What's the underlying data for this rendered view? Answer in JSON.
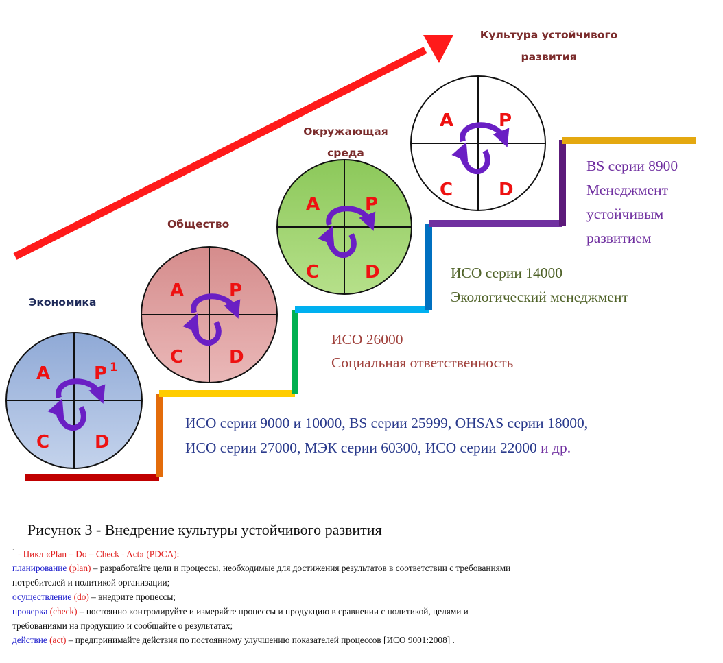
{
  "top_label": {
    "line1": "Культура устойчивого",
    "line2": "развития"
  },
  "stages": [
    {
      "label": "Экономика",
      "quadrants": {
        "a": "A",
        "p": "P",
        "c": "C",
        "d": "D"
      },
      "superscript": "1"
    },
    {
      "label": "Общество",
      "quadrants": {
        "a": "A",
        "p": "P",
        "c": "C",
        "d": "D"
      }
    },
    {
      "label_line1": "Окружающая",
      "label_line2": "среда",
      "quadrants": {
        "a": "A",
        "p": "P",
        "c": "C",
        "d": "D"
      }
    },
    {
      "quadrants": {
        "a": "A",
        "p": "P",
        "c": "C",
        "d": "D"
      }
    }
  ],
  "standards": {
    "base_line1": "ИСО серии 9000 и 10000, BS  серии 25999, OHSAS серии  18000,",
    "base_line2": "ИСО серии  27000, МЭК серии  60300, ИСО серии 22000",
    "base_line2_tail": " и др.",
    "social_line1": "ИСО  26000",
    "social_line2": "Социальная ответственность",
    "eco_line1": "ИСО серии 14000",
    "eco_line2": "Экологический менеджмент",
    "bs_line1": "BS серии 8900",
    "bs_line2": "Менеджмент",
    "bs_line3": "устойчивым",
    "bs_line4": "развитием"
  },
  "caption": "Рисунок 3 -  Внедрение культуры устойчивого развития",
  "footnote": {
    "marker": "1",
    "intro": " - Цикл «Plan – Do – Check - Act» (PDCA):",
    "plan_term": "планирование",
    "plan_en": " (plan)",
    "plan_text": " – разработайте цели и процессы, необходимые для достижения результатов в соответствии с требованиями",
    "plan_text2": "потребителей и политикой организации;",
    "do_term": "осуществление",
    "do_en": " (do)",
    "do_text": " – внедрите процессы;",
    "check_term": "проверка",
    "check_en": " (check)",
    "check_text": " – постоянно контролируйте и измеряйте процессы и продукцию в сравнении с политикой, целями и",
    "check_text2": "требованиями на продукцию и сообщайте о результатах;",
    "act_term": "действие",
    "act_en": " (act)",
    "act_text": " – предпринимайте действия по постоянному улучшению показателей процессов [ИСО 9001:2008] ."
  },
  "colors": {
    "arrow": "#ff1a1a",
    "quadrant_letters": "#ee1111",
    "cycle_arrows": "#6a1fc4",
    "circle1": "#a6bde0",
    "circle2": "#dc9a9a",
    "circle3": "#9dd36a",
    "circle4": "#ffffff",
    "step_dark_red": "#c00000",
    "step_orange": "#e36c0a",
    "step_yellow": "#ffcc00",
    "step_green": "#00b050",
    "step_cyan": "#00b0f0",
    "step_blue": "#0070c0",
    "step_purple": "#7030a0",
    "step_dark_purple": "#5c1a7a",
    "step_gold": "#e4a810",
    "text_blue_grey": "#2a3a8c",
    "text_brown": "#a0413c",
    "text_olive": "#4f6228",
    "text_violet": "#7030a0"
  }
}
